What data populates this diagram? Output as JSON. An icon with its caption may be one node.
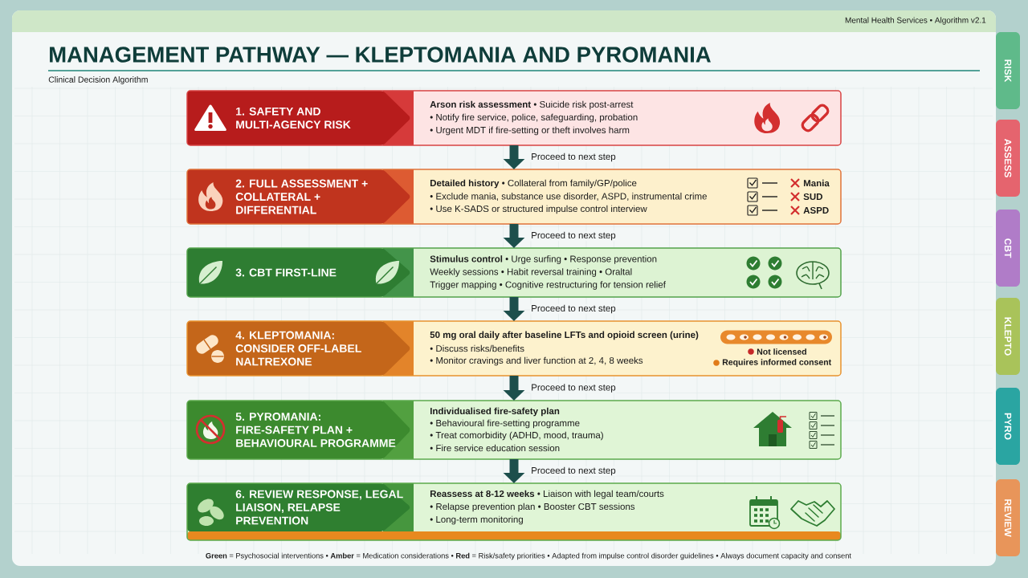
{
  "diagram": {
    "title": "MANAGEMENT PATHWAY — KLEPTOMANIA AND PYROMANIA",
    "caption": "**Green** = Psychosocial interventions • **Amber** = Medication considerations • **Red** = Risk/safety priorities • Adapted from impulse control disorder guidelines • Always document capacity and consent",
    "nodes": [
      {
        "text": [
          "1. SAFETY AND MULTI-AGENCY RISK",
          "**Arson risk assessment** • Suicide risk post-arrest",
          "• Notify fire service, police, safeguarding, probation",
          "• Urgent MDT if fire-setting or theft involves harm"
        ]
      },
      {
        "text": [
          "2. FULL ASSESSMENT + COLLATERAL + DIFFERENTIAL",
          "**Detailed history** • Collateral from family/GP/police",
          "• Exclude mania, substance use disorder, ASPD, instrumental crime",
          "• Use K-SADS or structured impulse control interview",
          "Mania",
          "SUD",
          "ASPD"
        ]
      },
      {
        "text": [
          "3. CBT FIRST-LINE",
          "**Stimulus control** • Urge surfing • Response prevention",
          "Weekly sessions • Habit reversal training • Oraltal",
          "Trigger mapping • Cognitive restructuring for tension relief"
        ]
      },
      {
        "text": [
          "4. KLEPTOMANIA: CONSIDER OFF-LABEL NALTREXONE",
          "50 mg oral daily after baseline LFTs and opioid screen (urine)",
          "• Discuss risks/benefits",
          "• Monitor cravings and liver function at 2, 4, 8 weeks",
          "Not licensed",
          "Requires informed consent"
        ]
      },
      {
        "text": [
          "5. PYROMANIA: FIRE-SAFETY PLAN + BEHAVIOURAL PROGRAMME",
          "Individualised fire-safety plan",
          "• Behavioural fire-setting programme",
          "• Treat comorbidity (ADHD, mood, trauma)",
          "• Fire service education session"
        ]
      },
      {
        "text": [
          "6. REVIEW RESPONSE, LEGAL LIAISON, RELAPSE PREVENTION",
          "**Reassess at 8-12 weeks** • Liaison with legal team/courts",
          "• Relapse prevention plan • Booster CBT sessions",
          "• Long-term monitoring"
        ]
      },
      {
        "text": [
          "RISK"
        ]
      },
      {
        "text": [
          "ASSESS"
        ]
      },
      {
        "text": [
          "CBT"
        ]
      },
      {
        "text": [
          "KLEPTO"
        ]
      },
      {
        "text": [
          "PYRO"
        ]
      },
      {
        "text": [
          "REVIEW"
        ]
      }
    ],
    "edges": [
      {
        "from": 0,
        "to": 1,
        "arrow": "to",
        "label": "Proceed to next step"
      },
      {
        "from": 1,
        "to": 2,
        "arrow": "to",
        "label": "Proceed to next step"
      },
      {
        "from": 2,
        "to": 3,
        "arrow": "to",
        "label": "Proceed to next step"
      },
      {
        "from": 3,
        "to": 4,
        "arrow": "to",
        "label": "Proceed to next step"
      },
      {
        "from": 4,
        "to": 5,
        "arrow": "to",
        "label": "Proceed to next step"
      }
    ],
    "labels": [
      "Mental Health Services • Algorithm v2.1",
      "Clinical Decision Algorithm"
    ]
  }
}
